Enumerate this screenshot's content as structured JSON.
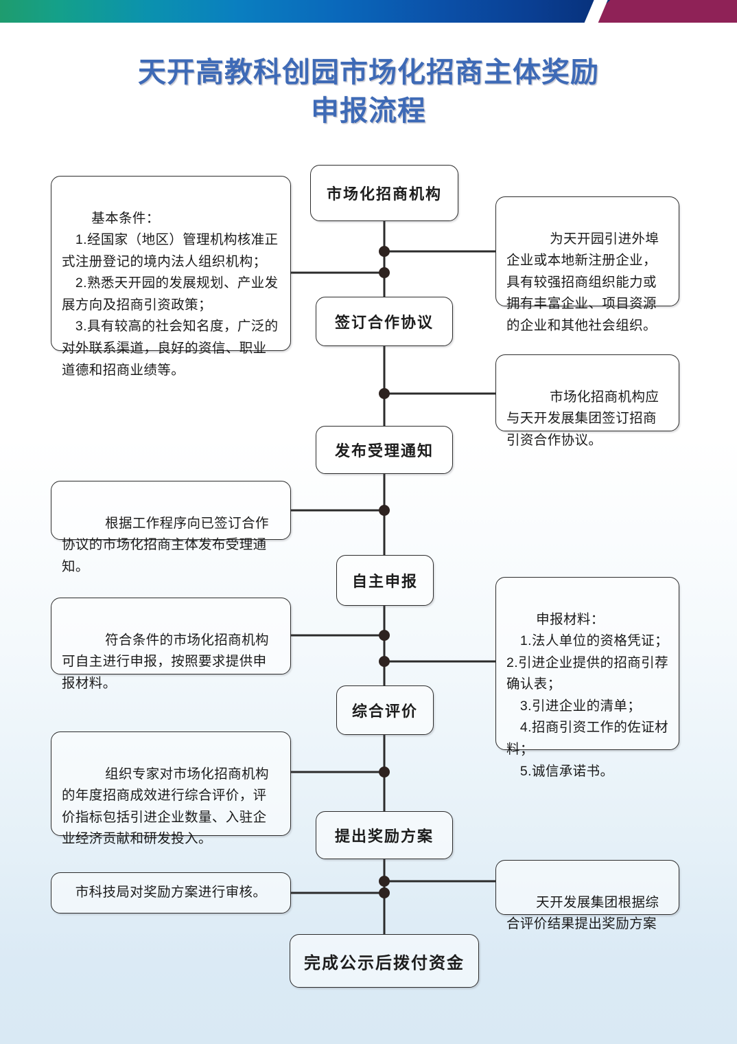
{
  "page": {
    "title_line1": "天开高教科创园市场化招商主体奖励",
    "title_line2": "申报流程",
    "title_color": "#3e6ab6"
  },
  "banner": {
    "gradient_from": "#1f9c6e",
    "gradient_to": "#04204f",
    "accent_color": "#8f2257"
  },
  "chart_data": {
    "type": "flowchart",
    "title": "天开高教科创园市场化招商主体奖励申报流程",
    "orientation": "vertical",
    "nodes": [
      {
        "id": "n1",
        "label": "市场化招商机构"
      },
      {
        "id": "n2",
        "label": "签订合作协议"
      },
      {
        "id": "n3",
        "label": "发布受理通知"
      },
      {
        "id": "n4",
        "label": "自主申报"
      },
      {
        "id": "n5",
        "label": "综合评价"
      },
      {
        "id": "n6",
        "label": "提出奖励方案"
      },
      {
        "id": "n7",
        "label": "完成公示后拨付资金"
      }
    ],
    "edges": [
      {
        "from": "n1",
        "to": "n2"
      },
      {
        "from": "n2",
        "to": "n3"
      },
      {
        "from": "n3",
        "to": "n4"
      },
      {
        "from": "n4",
        "to": "n5"
      },
      {
        "from": "n5",
        "to": "n6"
      },
      {
        "from": "n6",
        "to": "n7"
      }
    ],
    "annotations": [
      {
        "id": "a1",
        "side": "left",
        "attached_to": "n1",
        "text": "　基本条件：\n　1.经国家（地区）管理机构核准正式注册登记的境内法人组织机构；\n　2.熟悉天开园的发展规划、产业发展方向及招商引资政策；\n　3.具有较高的社会知名度，广泛的对外联系渠道，良好的资信、职业道德和招商业绩等。"
      },
      {
        "id": "a2",
        "side": "right",
        "attached_to": "n1",
        "text": "　　为天开园引进外埠企业或本地新注册企业，具有较强招商组织能力或拥有丰富企业、项目资源的企业和其他社会组织。"
      },
      {
        "id": "a3",
        "side": "right",
        "attached_to": "n2",
        "text": "　　市场化招商机构应与天开发展集团签订招商引资合作协议。"
      },
      {
        "id": "a4",
        "side": "left",
        "attached_to": "n3",
        "text": "　　根据工作程序向已签订合作协议的市场化招商主体发布受理通知。"
      },
      {
        "id": "a5",
        "side": "left",
        "attached_to": "n4",
        "text": "　　符合条件的市场化招商机构可自主进行申报，按照要求提供申报材料。"
      },
      {
        "id": "a6",
        "side": "right",
        "attached_to": "n5",
        "text": "　申报材料：\n　1.法人单位的资格凭证；\n2.引进企业提供的招商引荐确认表；\n　3.引进企业的清单；\n　4.招商引资工作的佐证材料；\n　5.诚信承诺书。"
      },
      {
        "id": "a7",
        "side": "left",
        "attached_to": "n5",
        "text": "　　组织专家对市场化招商机构的年度招商成效进行综合评价，评价指标包括引进企业数量、入驻企业经济贡献和研发投入。"
      },
      {
        "id": "a8",
        "side": "left",
        "attached_to": "n6",
        "text": "市科技局对奖励方案进行审核。"
      },
      {
        "id": "a9",
        "side": "right",
        "attached_to": "n6",
        "text": "　天开发展集团根据综合评价结果提出奖励方案"
      }
    ],
    "connector_dots": 9,
    "line_color": "#2b2b2b",
    "dot_color": "#2e2320"
  }
}
